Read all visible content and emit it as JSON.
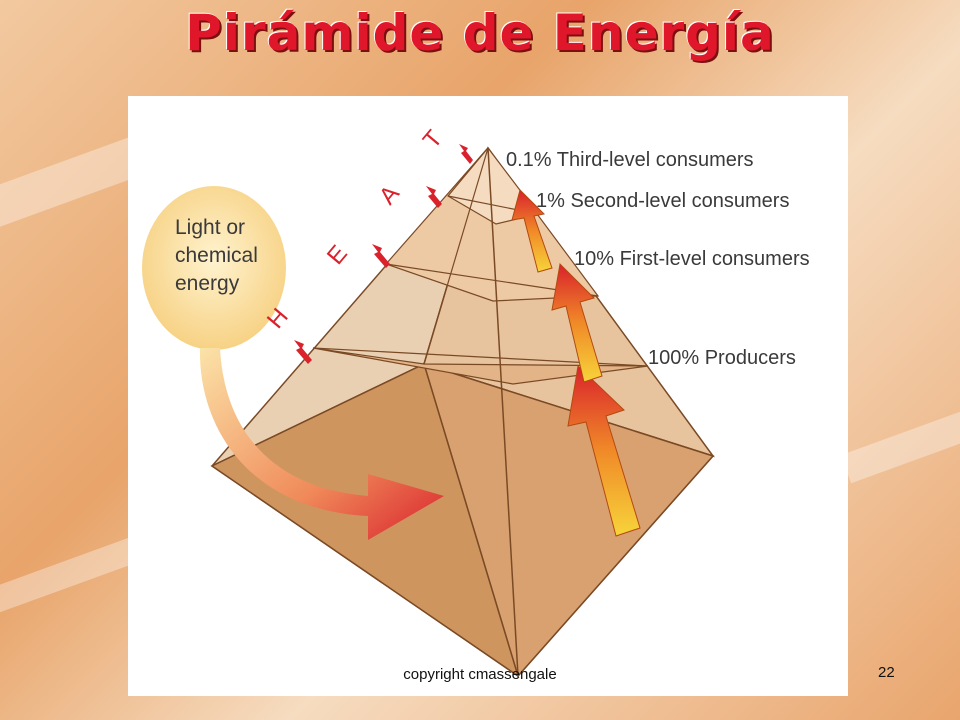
{
  "slide": {
    "title": "Pirámide de Energía",
    "footer": "copyright cmassengale",
    "number": "22"
  },
  "diagram": {
    "energy_source": [
      "Light or",
      "chemical",
      "energy"
    ],
    "heat_letters": [
      "H",
      "E",
      "A",
      "T"
    ],
    "levels": [
      {
        "label": "0.1% Third-level consumers"
      },
      {
        "label": "1% Second-level consumers"
      },
      {
        "label": "10% First-level consumers"
      },
      {
        "label": "100% Producers"
      }
    ],
    "colors": {
      "title": "#e0162b",
      "pyramid_light": "#f3d9bd",
      "pyramid_mid": "#dcaa7e",
      "pyramid_dark": "#c58a55",
      "arrow_red": "#d9222c",
      "arrow_orange": "#f08a28",
      "arrow_yellow": "#f7d43a",
      "sun": "#fbe3a8"
    }
  }
}
